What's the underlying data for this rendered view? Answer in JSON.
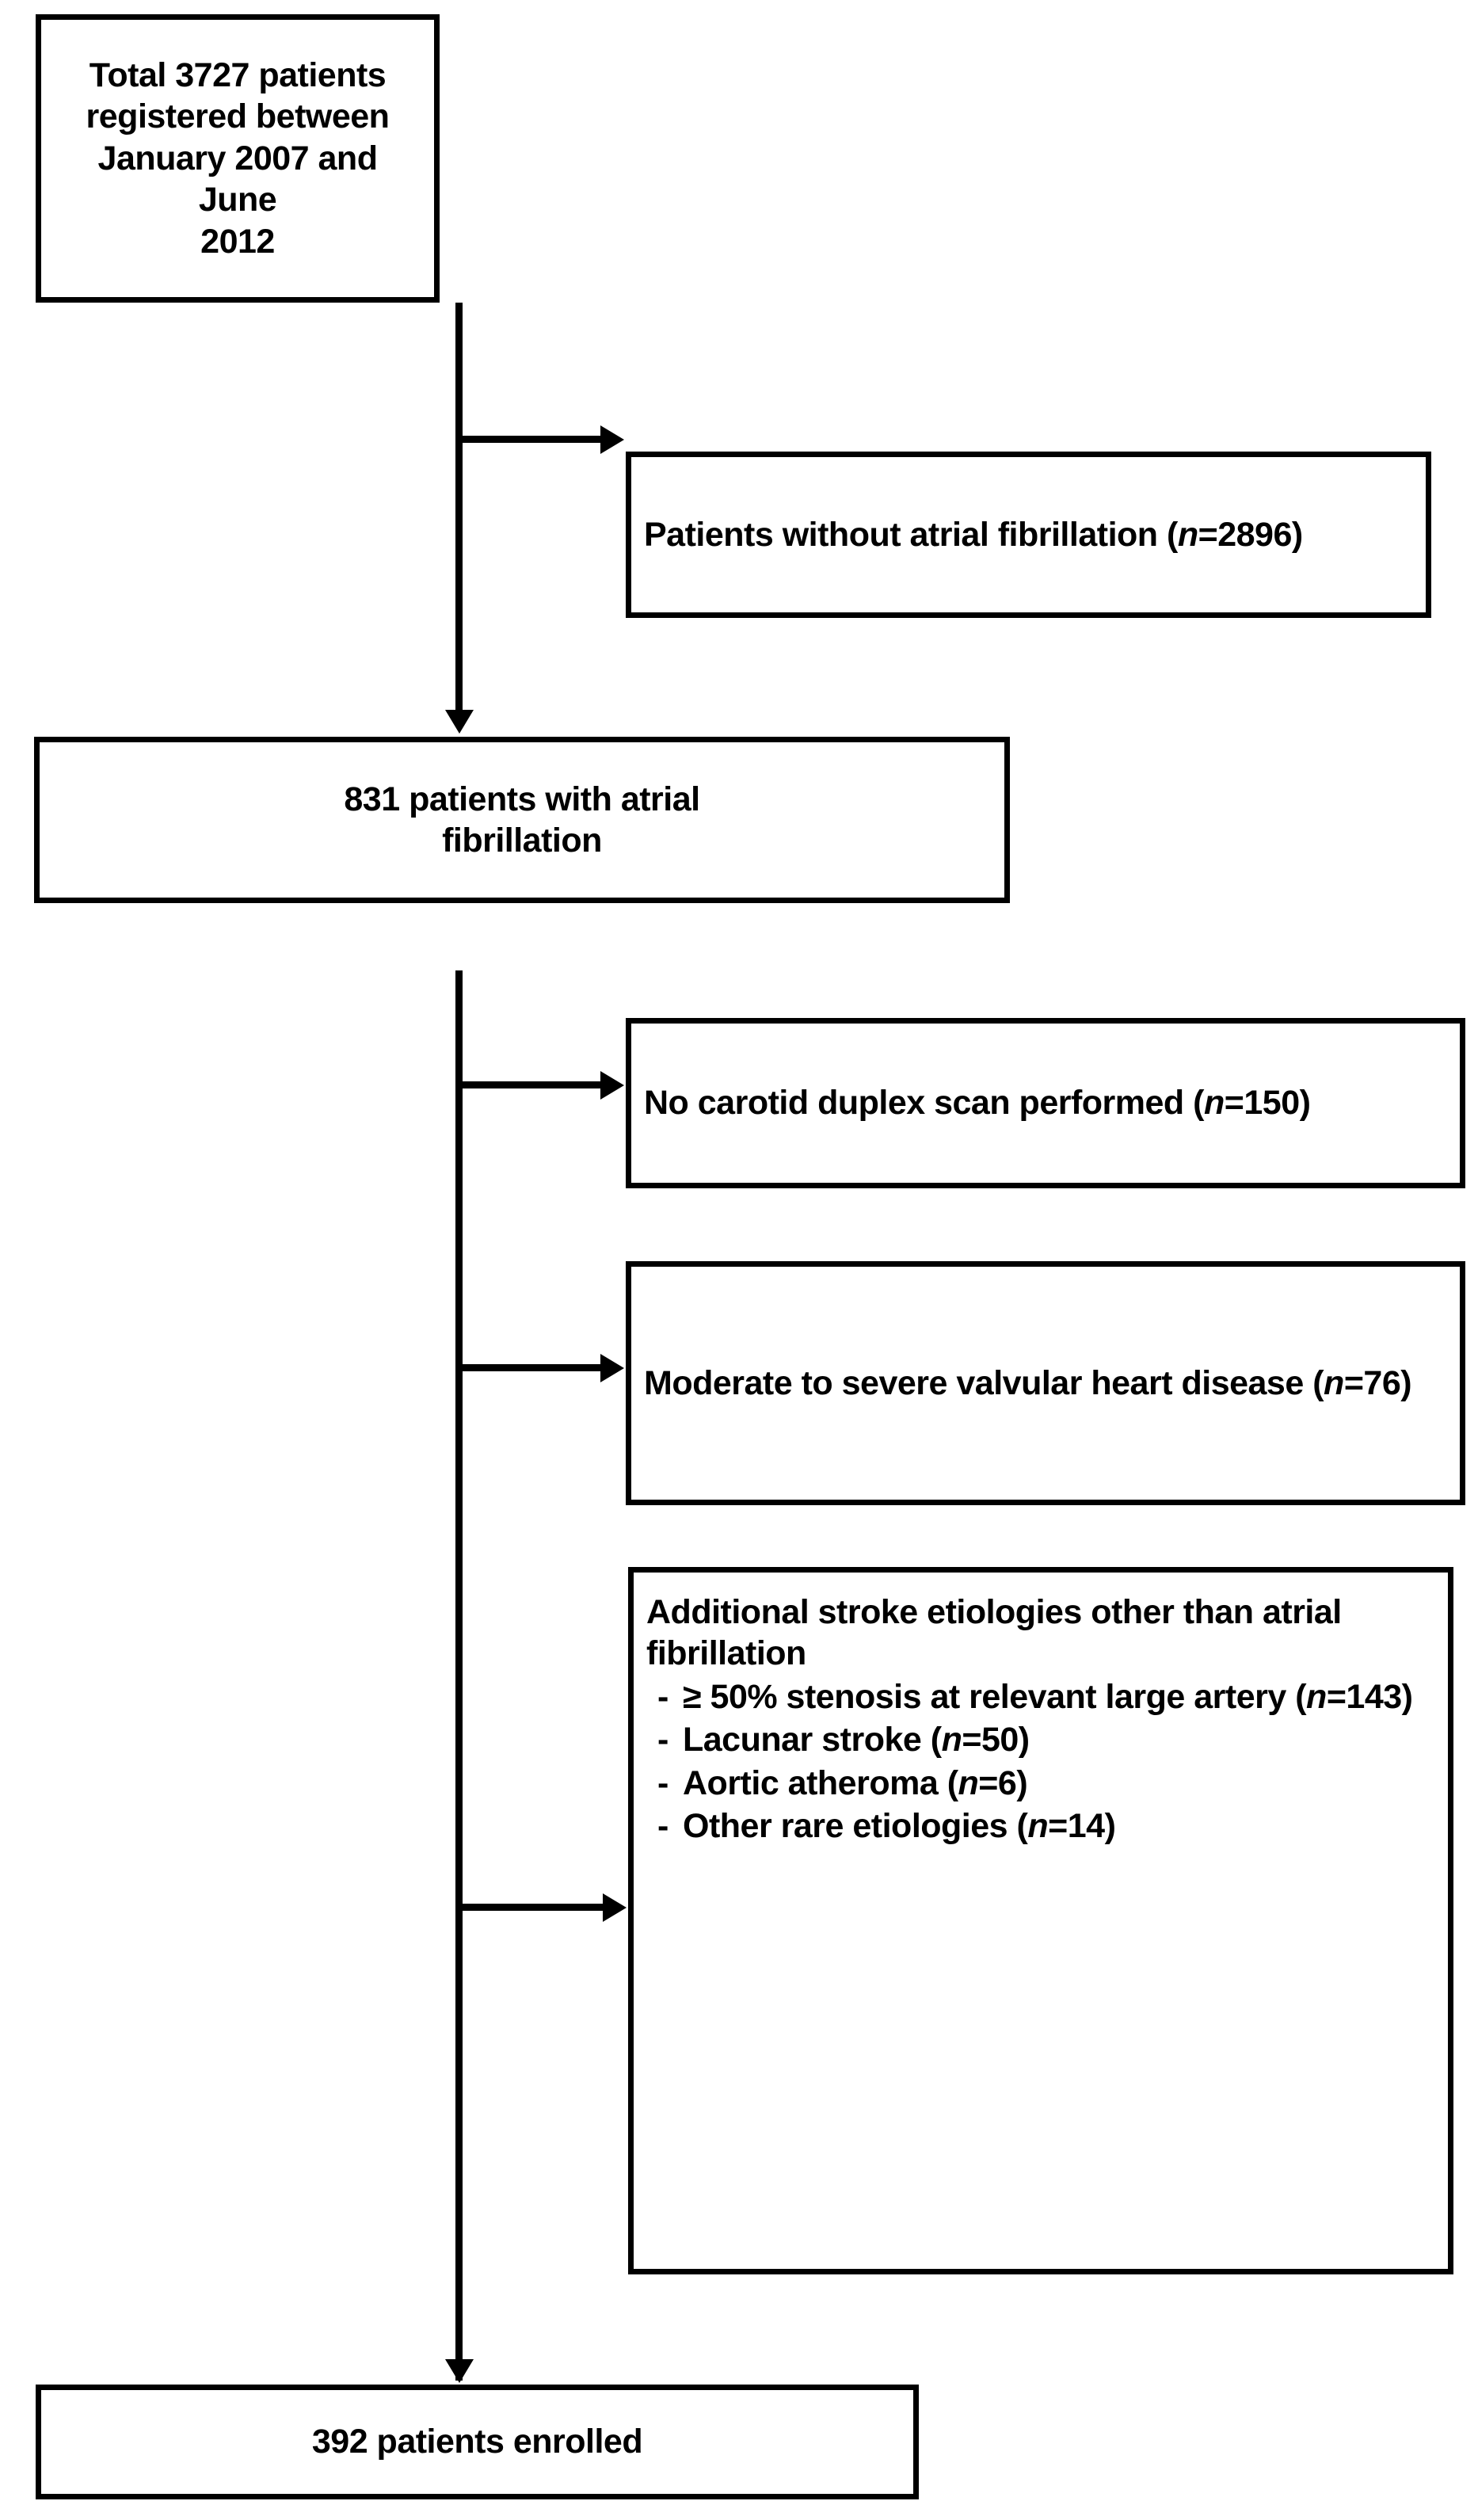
{
  "figure": {
    "type": "flowchart",
    "orientation": "vertical",
    "colors": {
      "line": "#000000",
      "box_border": "#000000",
      "box_fill": "#ffffff",
      "text": "#000000",
      "background": "#ffffff"
    }
  },
  "nodes": {
    "total_registered": {
      "id": "total-registered",
      "lines": [
        "Total 3727 patients",
        "registered between",
        "January 2007 and June",
        "2012"
      ],
      "count": 3727,
      "align": "center"
    },
    "excluded_no_af": {
      "id": "excluded-no-af",
      "text_before": "Patients without atrial fibrillation (",
      "n_symbol": "n",
      "text_after": "=2896)",
      "count": 2896,
      "align": "left"
    },
    "with_af": {
      "id": "patients-with-af",
      "lines": [
        "831 patients with atrial",
        "fibrillation"
      ],
      "count": 831,
      "align": "center"
    },
    "excluded_no_duplex": {
      "id": "excluded-no-duplex-scan",
      "text_before": "No carotid duplex scan performed (",
      "n_symbol": "n",
      "text_after": "=150)",
      "count": 150,
      "align": "left"
    },
    "excluded_valvular": {
      "id": "excluded-valvular-disease",
      "text_before": "Moderate to severe valvular heart disease (",
      "n_symbol": "n",
      "text_after": "=76)",
      "count": 76,
      "align": "left"
    },
    "excluded_other_etiologies": {
      "id": "excluded-other-etiologies",
      "heading": "Additional stroke etiologies other than atrial fibrillation",
      "bullet_marker": "-",
      "bullets": [
        {
          "text_before": "≥ 50% stenosis at relevant large artery (",
          "n_symbol": "n",
          "text_after": "=143)",
          "count": 143
        },
        {
          "text_before": "Lacunar stroke (",
          "n_symbol": "n",
          "text_after": "=50)",
          "count": 50
        },
        {
          "text_before": "Aortic atheroma (",
          "n_symbol": "n",
          "text_after": "=6)",
          "count": 6
        },
        {
          "text_before": "Other rare etiologies (",
          "n_symbol": "n",
          "text_after": "=14)",
          "count": 14
        }
      ]
    },
    "enrolled": {
      "id": "patients-enrolled",
      "text": "392 patients enrolled",
      "count": 392,
      "align": "center"
    }
  },
  "chart_data": {
    "type": "flow",
    "title": "",
    "stages": [
      {
        "label": "Total 3727 patients registered between January 2007 and June 2012",
        "value": 3727
      },
      {
        "label": "831 patients with atrial fibrillation",
        "value": 831
      },
      {
        "label": "392 patients enrolled",
        "value": 392
      }
    ],
    "exclusions": [
      {
        "label": "Patients without atrial fibrillation",
        "value": 2896,
        "after_stage": 0
      },
      {
        "label": "No carotid duplex scan performed",
        "value": 150,
        "after_stage": 1
      },
      {
        "label": "Moderate to severe valvular heart disease",
        "value": 76,
        "after_stage": 1
      },
      {
        "label": "Additional stroke etiologies other than atrial fibrillation: ≥ 50% stenosis at relevant large artery",
        "value": 143,
        "after_stage": 1
      },
      {
        "label": "Additional stroke etiologies other than atrial fibrillation: Lacunar stroke",
        "value": 50,
        "after_stage": 1
      },
      {
        "label": "Additional stroke etiologies other than atrial fibrillation: Aortic atheroma",
        "value": 6,
        "after_stage": 1
      },
      {
        "label": "Additional stroke etiologies other than atrial fibrillation: Other rare etiologies",
        "value": 14,
        "after_stage": 1
      }
    ]
  }
}
